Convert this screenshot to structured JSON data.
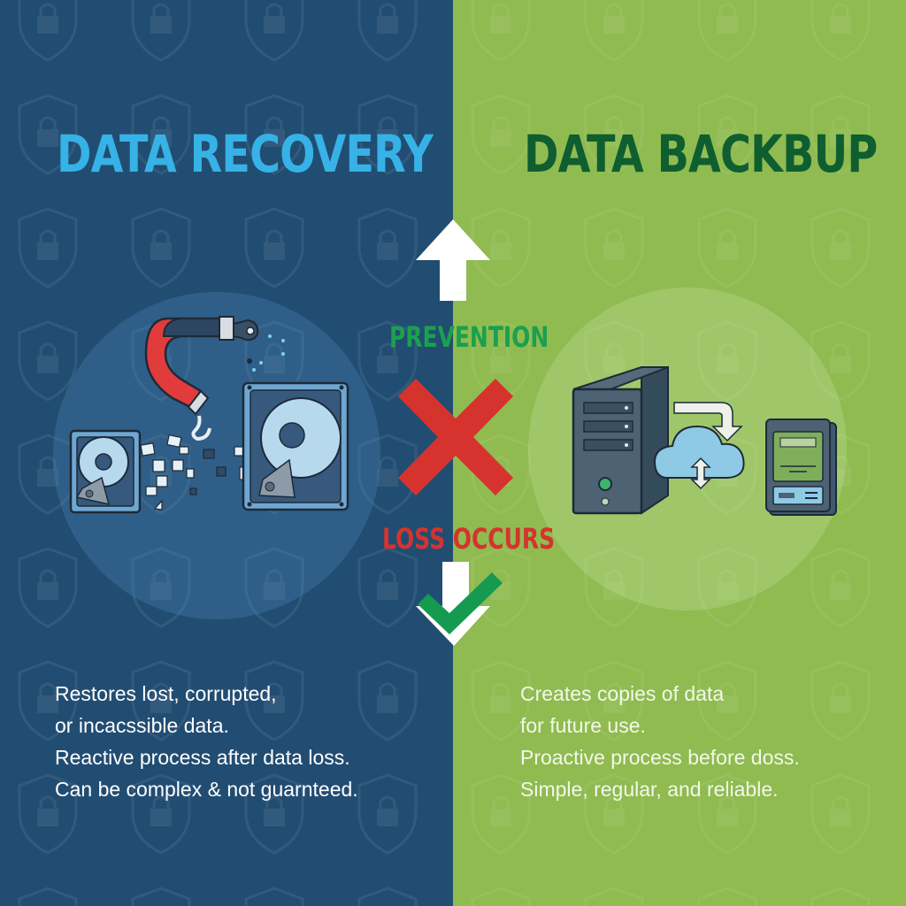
{
  "colors": {
    "left_background": "#224d72",
    "right_background": "#8fbb51",
    "recovery_title": "#36b2e6",
    "backup_title": "#0f5e30",
    "prevention_label": "#1aa04e",
    "loss_label": "#d6332e",
    "x_mark": "#d6332e",
    "check_mark": "#169a4f"
  },
  "left": {
    "title": "DATA RECOVERY",
    "illustration": "magnet-pulling-fragments-from-broken-hard-drives",
    "description": [
      "Restores lost, corrupted,",
      "or incacssible data.",
      "Reactive process after data loss.",
      "Can be complex & not guarnteed."
    ]
  },
  "right": {
    "title": "DATA BACKBUP",
    "illustration": "computer-tower-syncing-to-cloud-and-external-drive",
    "description": [
      "Creates copies of data",
      "for future use.",
      "Proactive process before doss.",
      "Simple, regular, and reliable."
    ]
  },
  "center": {
    "top_icon": "arrow-up-icon",
    "prevention_label": "PREVENTION",
    "middle_icon": "x-mark-icon",
    "loss_label": "LOSS OCCURS",
    "bottom_icons": [
      "arrow-down-icon",
      "checkmark-icon"
    ]
  },
  "background_pattern_icon": "shield-lock-icon"
}
